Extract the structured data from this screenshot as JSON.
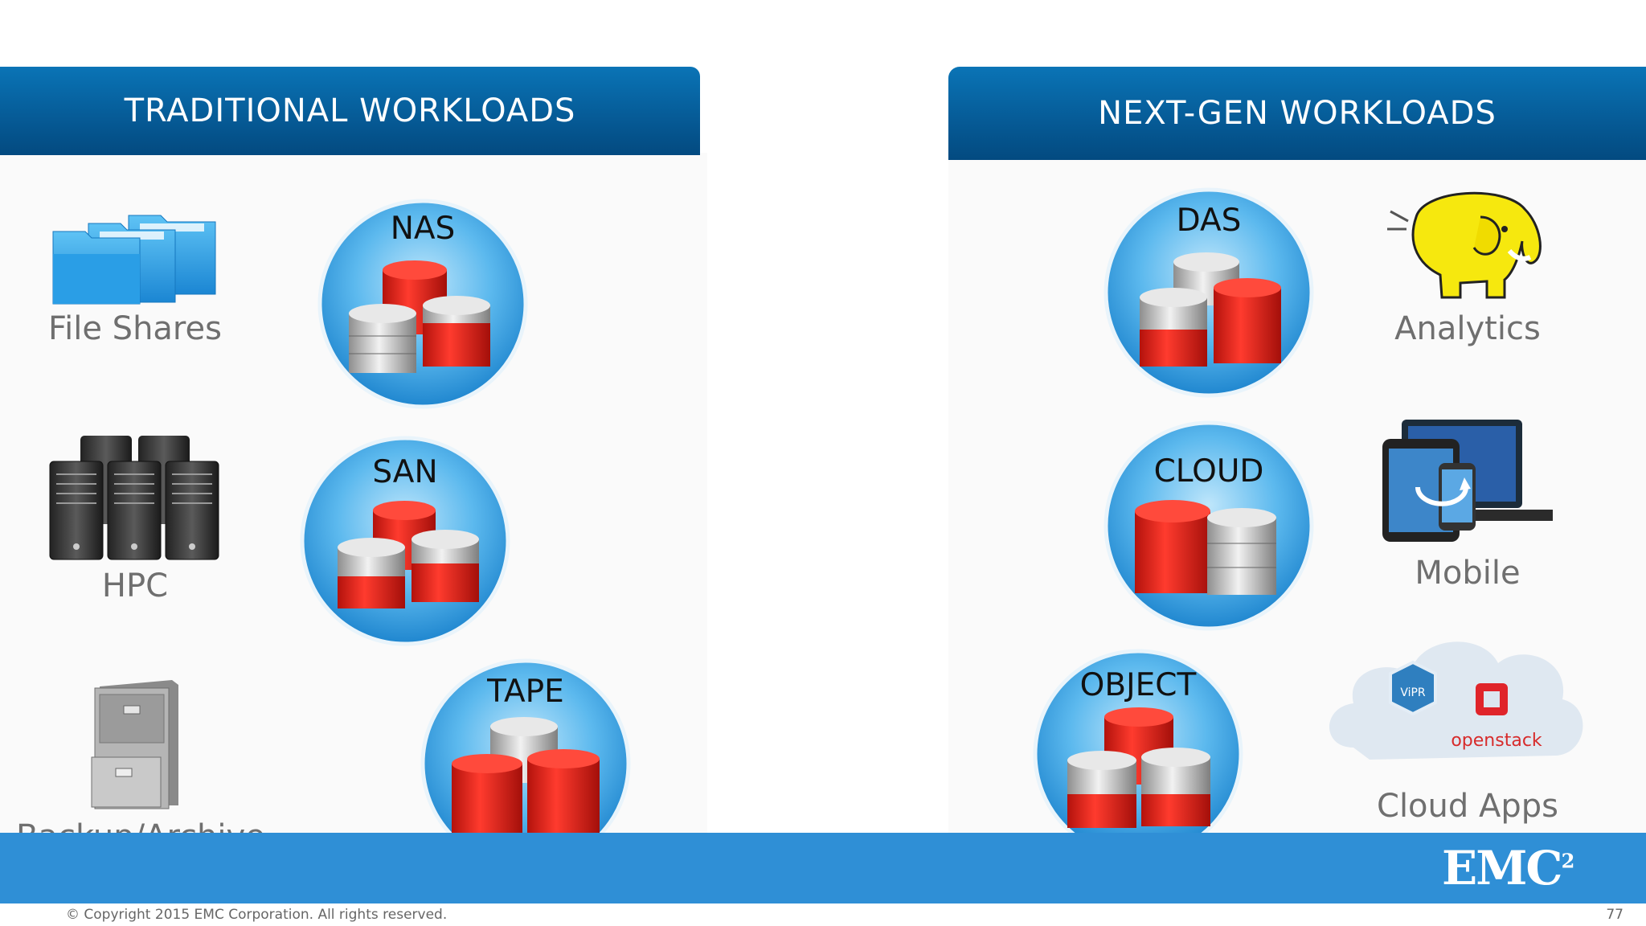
{
  "headers": {
    "left": "TRADITIONAL WORKLOADS",
    "right": "NEXT-GEN WORKLOADS"
  },
  "left_items": [
    {
      "label": "File Shares",
      "icon": "folder-icon"
    },
    {
      "label": "HPC",
      "icon": "server-rack-icon"
    },
    {
      "label": "Backup/Archive",
      "icon": "file-cabinet-icon"
    }
  ],
  "right_items": [
    {
      "label": "Analytics",
      "icon": "hadoop-elephant-icon"
    },
    {
      "label": "Mobile",
      "icon": "mobile-devices-icon"
    },
    {
      "label": "Cloud Apps",
      "icon": "cloud-icon",
      "logos": [
        "ViPR",
        "openstack"
      ]
    }
  ],
  "storage_circles": [
    "NAS",
    "SAN",
    "TAPE",
    "DAS",
    "CLOUD",
    "OBJECT"
  ],
  "footer": {
    "copyright": "© Copyright 2015 EMC Corporation. All rights reserved.",
    "page_number": "77",
    "logo_text": "EMC",
    "logo_sup": "2"
  },
  "colors": {
    "header": "#065c98",
    "bar": "#2f8fd6",
    "db_red": "#e8281e",
    "db_silver": "#c9c9c9"
  }
}
